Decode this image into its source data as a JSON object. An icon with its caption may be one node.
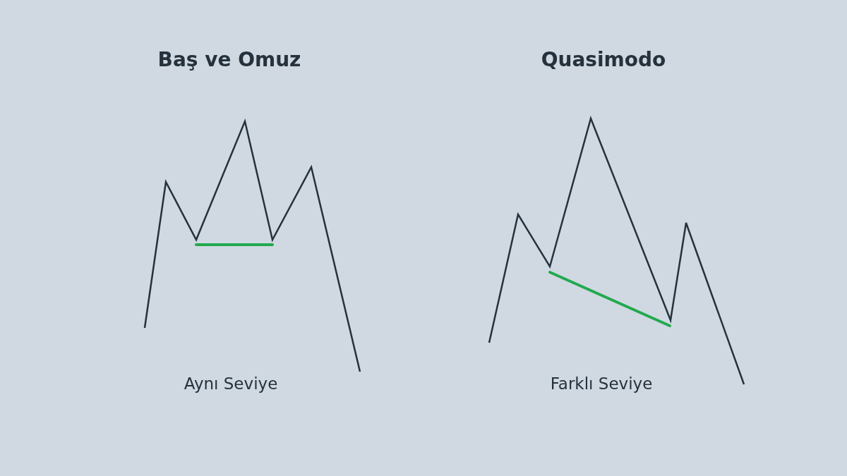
{
  "diagram": {
    "labels": [
      "Baş ve Omuz",
      "Quasimodo",
      "Aynı Seviye",
      "Farklı Seviye"
    ]
  }
}
